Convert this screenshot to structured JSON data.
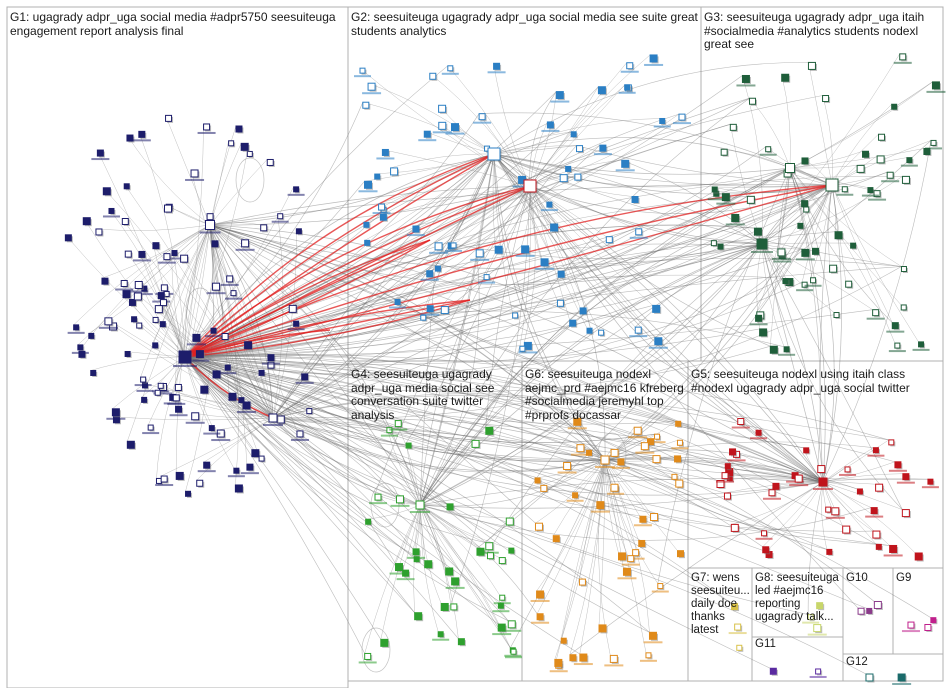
{
  "groups": [
    {
      "id": "G1",
      "label": "G1: ugagrady adpr_uga social media #adpr5750 seesuiteuga\nengagement report analysis final",
      "color": "#1d1d6b"
    },
    {
      "id": "G2",
      "label": "G2: seesuiteuga ugagrady adpr_uga social media see suite great\nstudents analytics",
      "color": "#2b7fc4"
    },
    {
      "id": "G3",
      "label": "G3: seesuiteuga ugagrady adpr_uga itaih\n#socialmedia #analytics students nodexl\ngreat see",
      "color": "#1f5e3a"
    },
    {
      "id": "G4",
      "label": "G4: seesuiteuga ugagrady\nadpr_uga media social see\nconversation suite twitter\nanalysis",
      "color": "#2ea02e"
    },
    {
      "id": "G6",
      "label": "G6: seesuiteuga nodexl\naejmc_prd #aejmc16 kfreberg\n#socialmedia jeremyhl top\n#prprofs docassar",
      "color": "#e08a1a"
    },
    {
      "id": "G5",
      "label": "G5: seesuiteuga nodexl using itaih class\n#nodexl ugagrady adpr_uga social twitter",
      "color": "#c0141c"
    },
    {
      "id": "G7",
      "label": "G7: wens\nseesuiteu...\ndaily doe\nthanks\nlatest",
      "color": "#d9c24a"
    },
    {
      "id": "G8",
      "label": "G8: seesuiteuga\nled #aejmc16\nreporting\nugagrady talk...",
      "color": "#c8d66a"
    },
    {
      "id": "G10",
      "label": "G10",
      "color": "#8a3a8a"
    },
    {
      "id": "G9",
      "label": "G9",
      "color": "#c0208c"
    },
    {
      "id": "G11",
      "label": "G11",
      "color": "#5a2aa0"
    },
    {
      "id": "G12",
      "label": "G12",
      "color": "#1a6a6a"
    }
  ]
}
